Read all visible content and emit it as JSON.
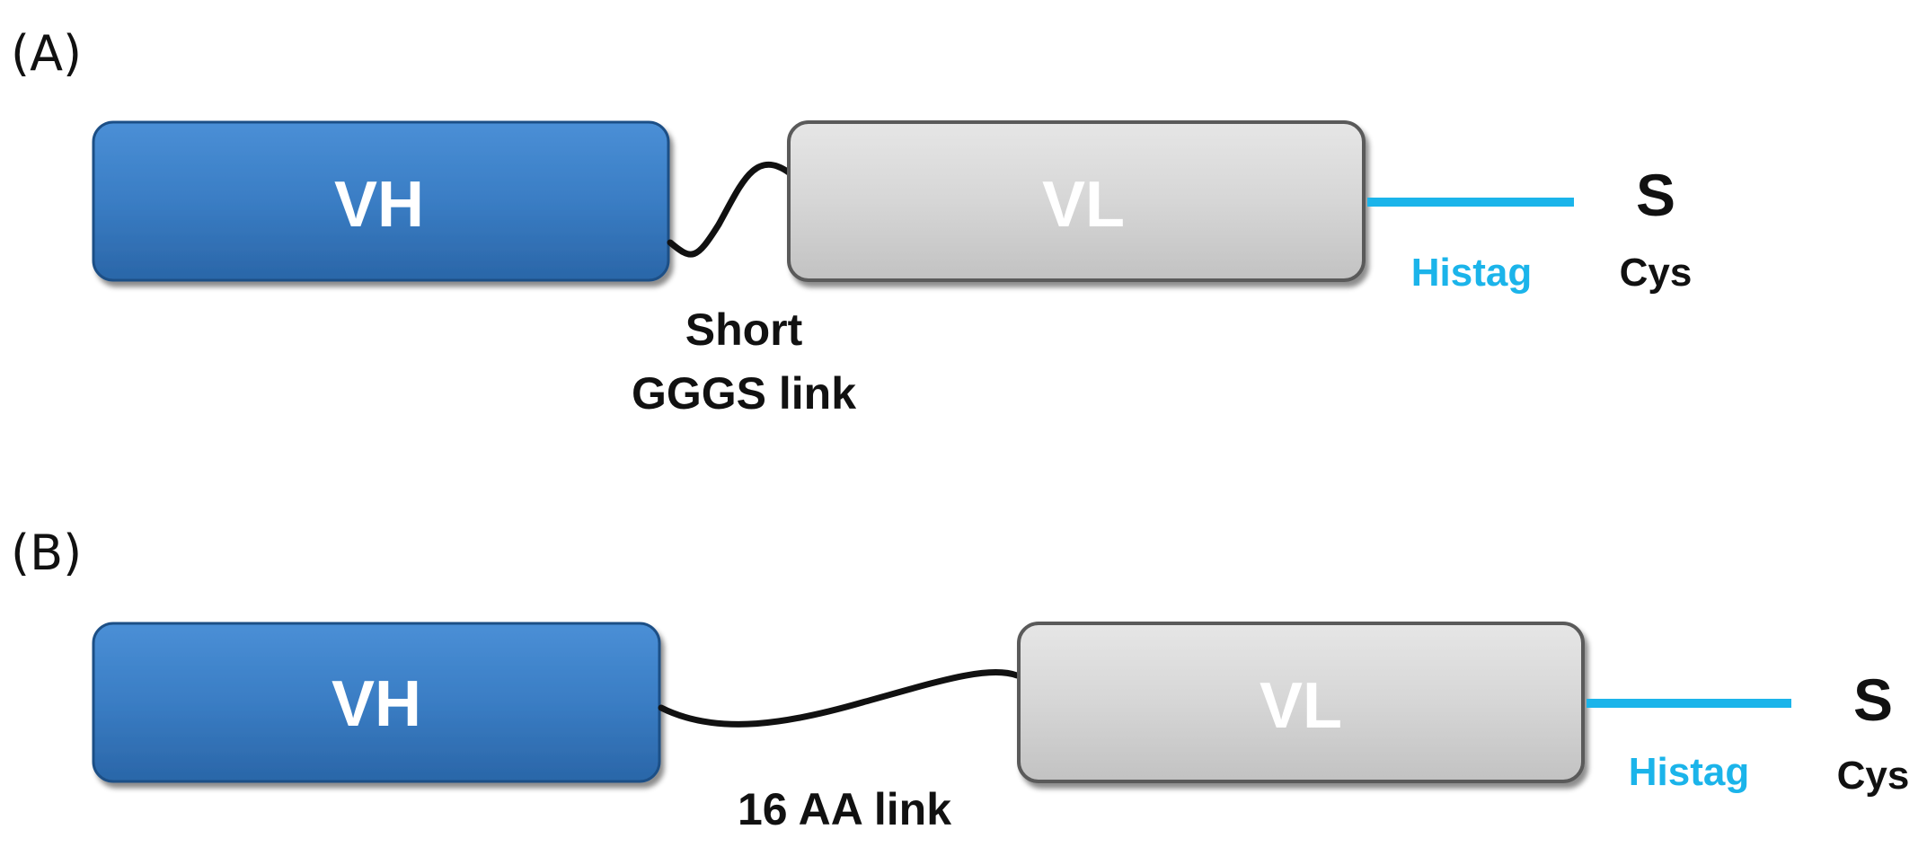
{
  "colors": {
    "vh_fill": "#3a7dc4",
    "vl_fill": "#d6d6d6",
    "histag_line": "#1bb4ea",
    "histag_text": "#1bb4ea",
    "linker": "#111111",
    "text": "#111111",
    "vh_text": "#ffffff",
    "vl_text": "#ffffff"
  },
  "panels": [
    {
      "label": "(A)",
      "vh": "VH",
      "vl": "VL",
      "linker": [
        "Short",
        "GGGS link"
      ],
      "histag": "Histag",
      "thiol": "S",
      "cys": "Cys"
    },
    {
      "label": "(B)",
      "vh": "VH",
      "vl": "VL",
      "linker": [
        "16 AA link"
      ],
      "histag": "Histag",
      "thiol": "S",
      "cys": "Cys"
    }
  ]
}
